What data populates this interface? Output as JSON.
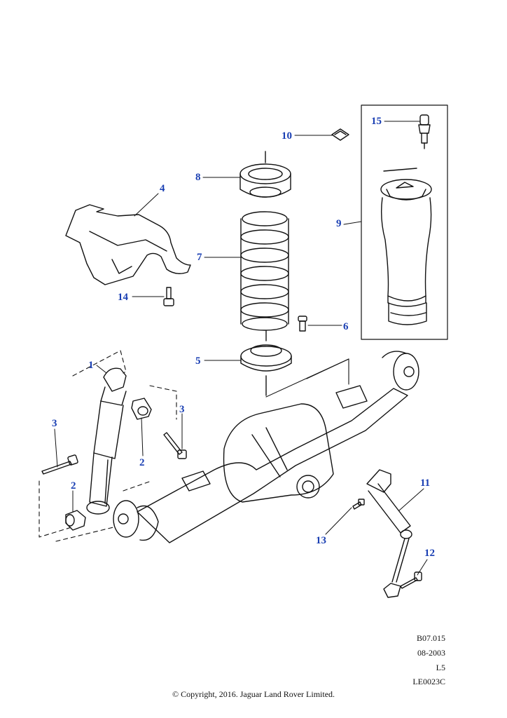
{
  "callouts": {
    "c1": "1",
    "c2a": "2",
    "c2b": "2",
    "c3a": "3",
    "c3b": "3",
    "c4": "4",
    "c5": "5",
    "c6": "6",
    "c7": "7",
    "c8": "8",
    "c9": "9",
    "c10": "10",
    "c11": "11",
    "c12": "12",
    "c13": "13",
    "c14": "14",
    "c15": "15"
  },
  "reference": {
    "code": "B07.015",
    "date": "08-2003",
    "level": "L5",
    "illustration": "LE0023C"
  },
  "copyright": "© Copyright, 2016. Jaguar Land Rover Limited.",
  "colors": {
    "callout": "#1a3fb3",
    "line": "#111111"
  }
}
